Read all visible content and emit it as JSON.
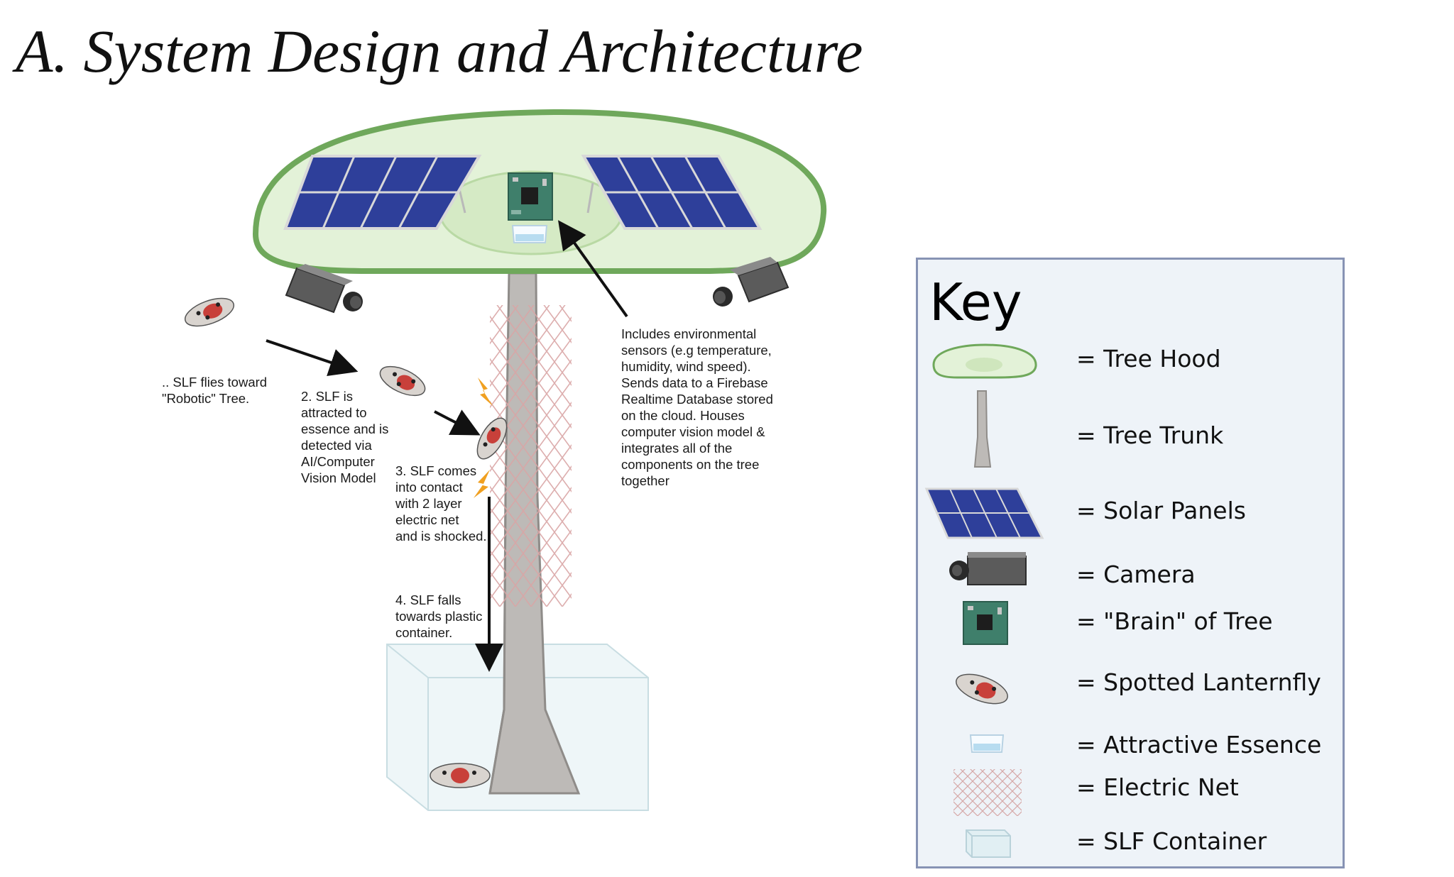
{
  "title": "A.  System Design and Architecture",
  "steps": {
    "step1": ".. SLF flies toward\n\"Robotic\" Tree.",
    "step2": "2. SLF is\nattracted to\nessence and is\ndetected via\nAI/Computer\nVision Model",
    "step3": "3. SLF comes\ninto contact\nwith 2 layer\nelectric net\nand is shocked.",
    "step4": "4. SLF falls\ntowards plastic\ncontainer.",
    "sensors": "Includes environmental\nsensors (e.g temperature,\nhumidity, wind speed).\nSends data to a Firebase\nRealtime Database stored\non the cloud. Houses\ncomputer vision model &\nintegrates all of the\ncomponents on the tree\ntogether"
  },
  "key": {
    "title": "Key",
    "items": [
      {
        "icon": "tree-hood-icon",
        "label": "= Tree Hood"
      },
      {
        "icon": "tree-trunk-icon",
        "label": "= Tree Trunk"
      },
      {
        "icon": "solar-panel-icon",
        "label": "= Solar Panels"
      },
      {
        "icon": "camera-icon",
        "label": "= Camera"
      },
      {
        "icon": "circuit-board-icon",
        "label": "= \"Brain\" of Tree"
      },
      {
        "icon": "lanternfly-icon",
        "label": "= Spotted Lanternfly"
      },
      {
        "icon": "essence-dish-icon",
        "label": "= Attractive Essence"
      },
      {
        "icon": "electric-net-icon",
        "label": "= Electric Net"
      },
      {
        "icon": "container-icon",
        "label": "= SLF Container"
      }
    ]
  },
  "colors": {
    "hood_fill": "#e3f2d8",
    "hood_border": "#6fa85b",
    "solar_blue": "#2e3f9a",
    "trunk": "#b9b6b3",
    "board_green": "#3f7f6b",
    "net_pink": "#d9a5a5",
    "key_border": "#8793b4",
    "key_bg": "#eef3f8"
  }
}
